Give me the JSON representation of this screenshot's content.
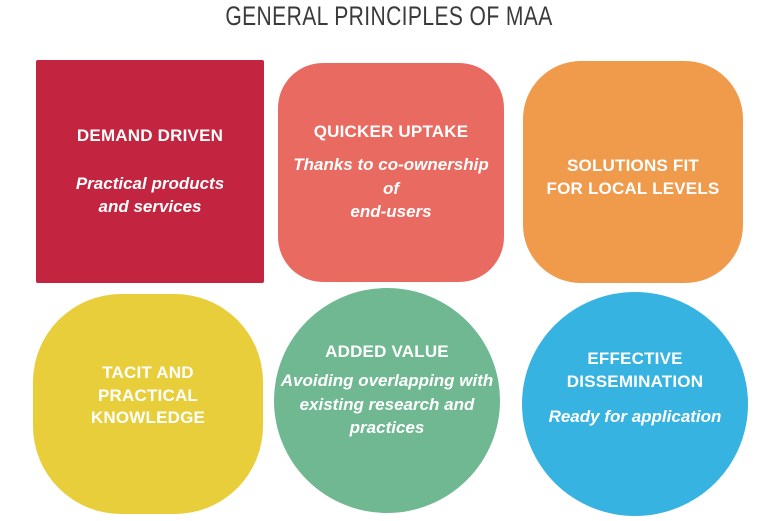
{
  "title": "GENERAL PRINCIPLES OF MAA",
  "colors": {
    "background": "#FFFFFF",
    "title_text": "#3A3A3A",
    "card_text": "#FFFFFF",
    "red": "#C3243F",
    "salmon": "#E96A60",
    "orange": "#F09B4C",
    "yellow": "#E9CE3B",
    "green": "#6FB892",
    "blue": "#36B3E1"
  },
  "cards": [
    {
      "name": "demand-driven",
      "shape": "square",
      "color": "#C3243F",
      "heading": "DEMAND DRIVEN",
      "subtext": "Practical products\nand services"
    },
    {
      "name": "quicker-uptake",
      "shape": "rounded-square",
      "color": "#E96A60",
      "heading": "QUICKER UPTAKE",
      "subtext": "Thanks to co-ownership\nof\nend-users"
    },
    {
      "name": "solutions-fit",
      "shape": "rounded-square",
      "color": "#F09B4C",
      "heading": "SOLUTIONS FIT\nFOR LOCAL LEVELS",
      "subtext": ""
    },
    {
      "name": "tacit-knowledge",
      "shape": "squircle",
      "color": "#E9CE3B",
      "heading": "TACIT AND\nPRACTICAL\nKNOWLEDGE",
      "subtext": ""
    },
    {
      "name": "added-value",
      "shape": "circle",
      "color": "#6FB892",
      "heading": "ADDED VALUE",
      "subtext": "Avoiding overlapping with\nexisting research and\npractices"
    },
    {
      "name": "effective-dissemination",
      "shape": "circle",
      "color": "#36B3E1",
      "heading": "EFFECTIVE\nDISSEMINATION",
      "subtext": "Ready for application"
    }
  ]
}
